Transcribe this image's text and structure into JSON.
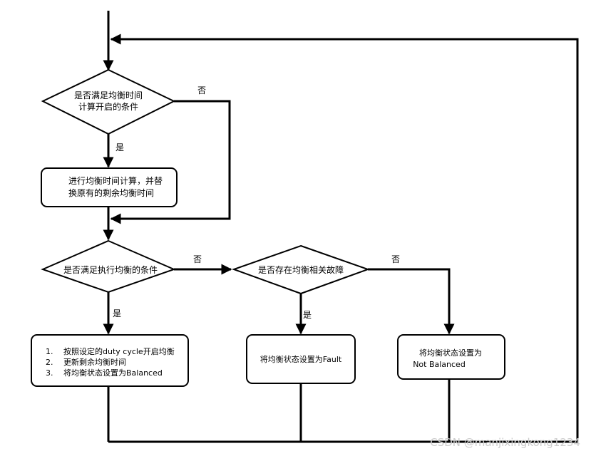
{
  "flowchart": {
    "decision1": {
      "line1": "是否满足均衡时间",
      "line2": "计算开启的条件"
    },
    "decision1_yes": "是",
    "decision1_no": "否",
    "process1": {
      "line1": "进行均衡时间计算，并替",
      "line2": "换原有的剩余均衡时间"
    },
    "decision2": {
      "text": "是否满足执行均衡的条件"
    },
    "decision2_yes": "是",
    "decision2_no": "否",
    "decision3": {
      "text": "是否存在均衡相关故障"
    },
    "decision3_yes": "是",
    "decision3_no": "否",
    "process2": {
      "n1": "1.",
      "item1": "按照设定的duty cycle开启均衡",
      "n2": "2.",
      "item2": "更新剩余均衡时间",
      "n3": "3.",
      "item3": "将均衡状态设置为Balanced"
    },
    "process3": {
      "text": "将均衡状态设置为Fault"
    },
    "process4": {
      "line1": "将均衡状态设置为",
      "line2": "Not Balanced"
    }
  },
  "watermark": "CSDN @manjixingkong1234"
}
